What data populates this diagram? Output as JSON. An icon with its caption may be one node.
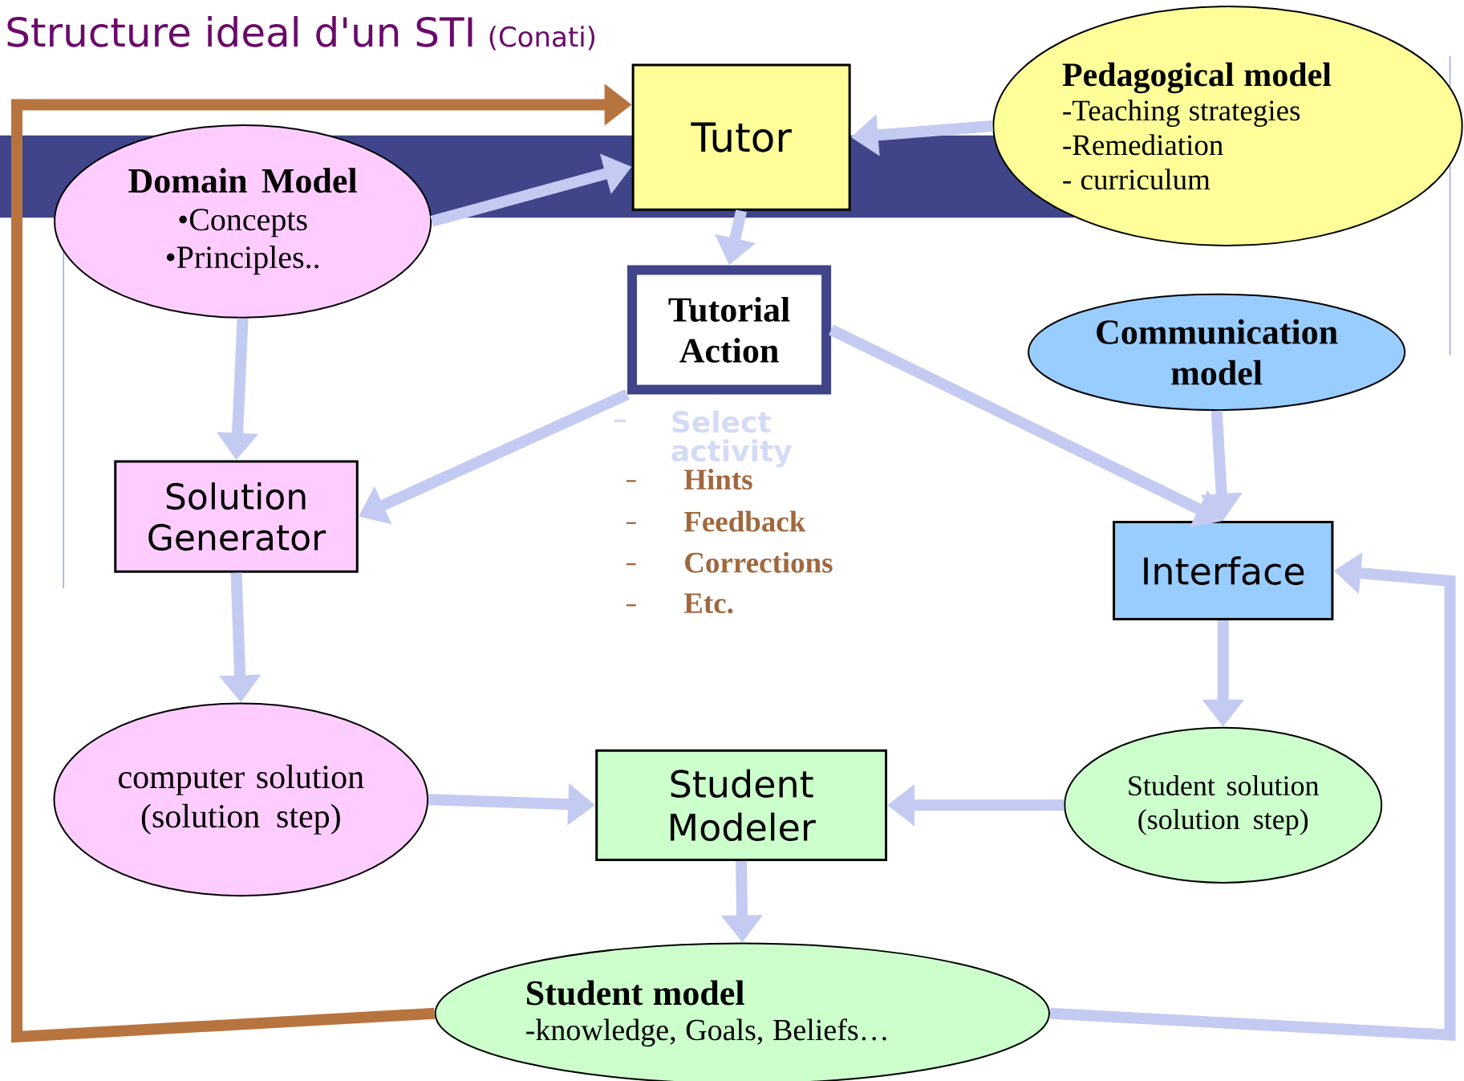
{
  "diagram": {
    "title": "Structure ideal d'un STI",
    "nodes": [
      {
        "text": [
          "Tutor"
        ]
      },
      {
        "text": [
          "Pedagogical model",
          "-Teaching strategies",
          "-Remediation",
          "- curriculum"
        ]
      },
      {
        "text": [
          "Domain Model",
          "•Concepts",
          "•Principles.."
        ]
      },
      {
        "text": [
          "Tutorial Action"
        ]
      },
      {
        "text": [
          "Communication model"
        ]
      },
      {
        "text": [
          "Solution Generator"
        ]
      },
      {
        "text": [
          "Interface"
        ]
      },
      {
        "text": [
          "computer solution (solution step)"
        ]
      },
      {
        "text": [
          "Student Modeler"
        ]
      },
      {
        "text": [
          "Student solution (solution step)"
        ]
      },
      {
        "text": [
          "Student model",
          "-knowledge, Goals, Beliefs…"
        ]
      }
    ],
    "edges": [
      {
        "from": 0,
        "to": 3,
        "arrow": "to"
      },
      {
        "from": 1,
        "to": 0,
        "arrow": "to"
      },
      {
        "from": 2,
        "to": 0,
        "arrow": "to"
      },
      {
        "from": 2,
        "to": 5,
        "arrow": "to"
      },
      {
        "from": 3,
        "to": 5,
        "arrow": "to"
      },
      {
        "from": 3,
        "to": 6,
        "arrow": "to"
      },
      {
        "from": 4,
        "to": 6,
        "arrow": "to"
      },
      {
        "from": 5,
        "to": 7,
        "arrow": "to"
      },
      {
        "from": 6,
        "to": 9,
        "arrow": "to"
      },
      {
        "from": 7,
        "to": 8,
        "arrow": "to"
      },
      {
        "from": 9,
        "to": 8,
        "arrow": "to"
      },
      {
        "from": 8,
        "to": 10,
        "arrow": "to"
      },
      {
        "from": 10,
        "to": 0,
        "arrow": "to",
        "color": "#b8743f"
      },
      {
        "from": 10,
        "to": 6,
        "arrow": "to"
      }
    ],
    "labels": [
      "(Conati)",
      "Select activity",
      "Hints",
      "Feedback",
      "Corrections",
      "Etc."
    ]
  }
}
